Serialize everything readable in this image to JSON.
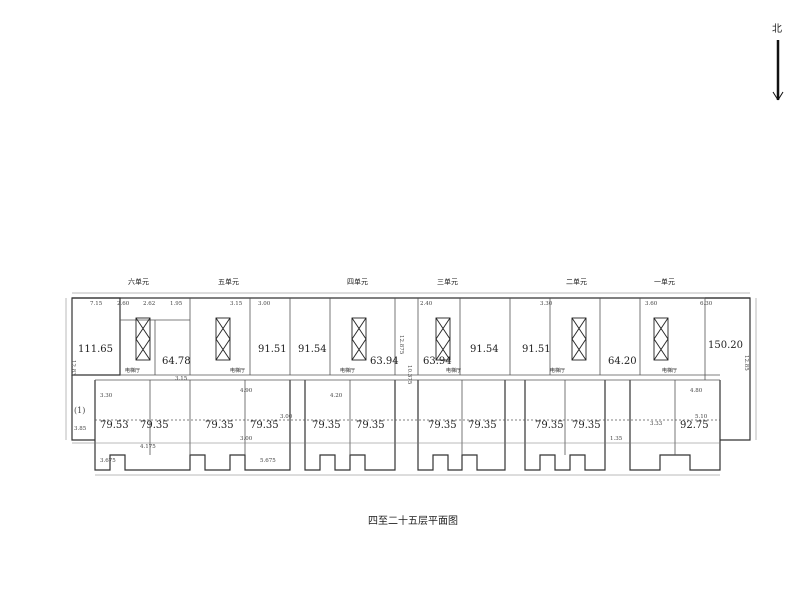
{
  "north_label": "北",
  "caption": "四至二十五层平面图",
  "units": [
    {
      "label": "六单元"
    },
    {
      "label": "五单元"
    },
    {
      "label": "四单元"
    },
    {
      "label": "三单元"
    },
    {
      "label": "二单元"
    },
    {
      "label": "一单元"
    }
  ],
  "elevator_label": "电梯厅",
  "areas_large": [
    "111.65",
    "150.20"
  ],
  "areas_mid": [
    "64.78",
    "91.51",
    "91.54",
    "63.94",
    "63.94",
    "91.54",
    "91.51",
    "64.20"
  ],
  "areas_lower": [
    "79.53",
    "79.35",
    "79.35",
    "79.35",
    "79.35",
    "79.35",
    "79.35",
    "79.35",
    "79.35",
    "79.35",
    "92.75"
  ],
  "dims": {
    "top_small": [
      "7.15",
      "2.60",
      "2.62",
      "1.95",
      "3.00",
      "3.15",
      "2.40",
      "3.30",
      "3.60",
      "6.30"
    ],
    "mid_small": [
      "3.30",
      "3.15",
      "4.90",
      "4.20",
      "3.00",
      "4.80",
      "5.10"
    ],
    "bottom_small": [
      "3.675",
      "4.175",
      "5.675",
      "3.00",
      "1.35",
      "3.33"
    ],
    "side": [
      "12.83",
      "12.875",
      "10.375",
      "12.85"
    ],
    "left_bottom": [
      "3.85",
      "(1)"
    ]
  }
}
